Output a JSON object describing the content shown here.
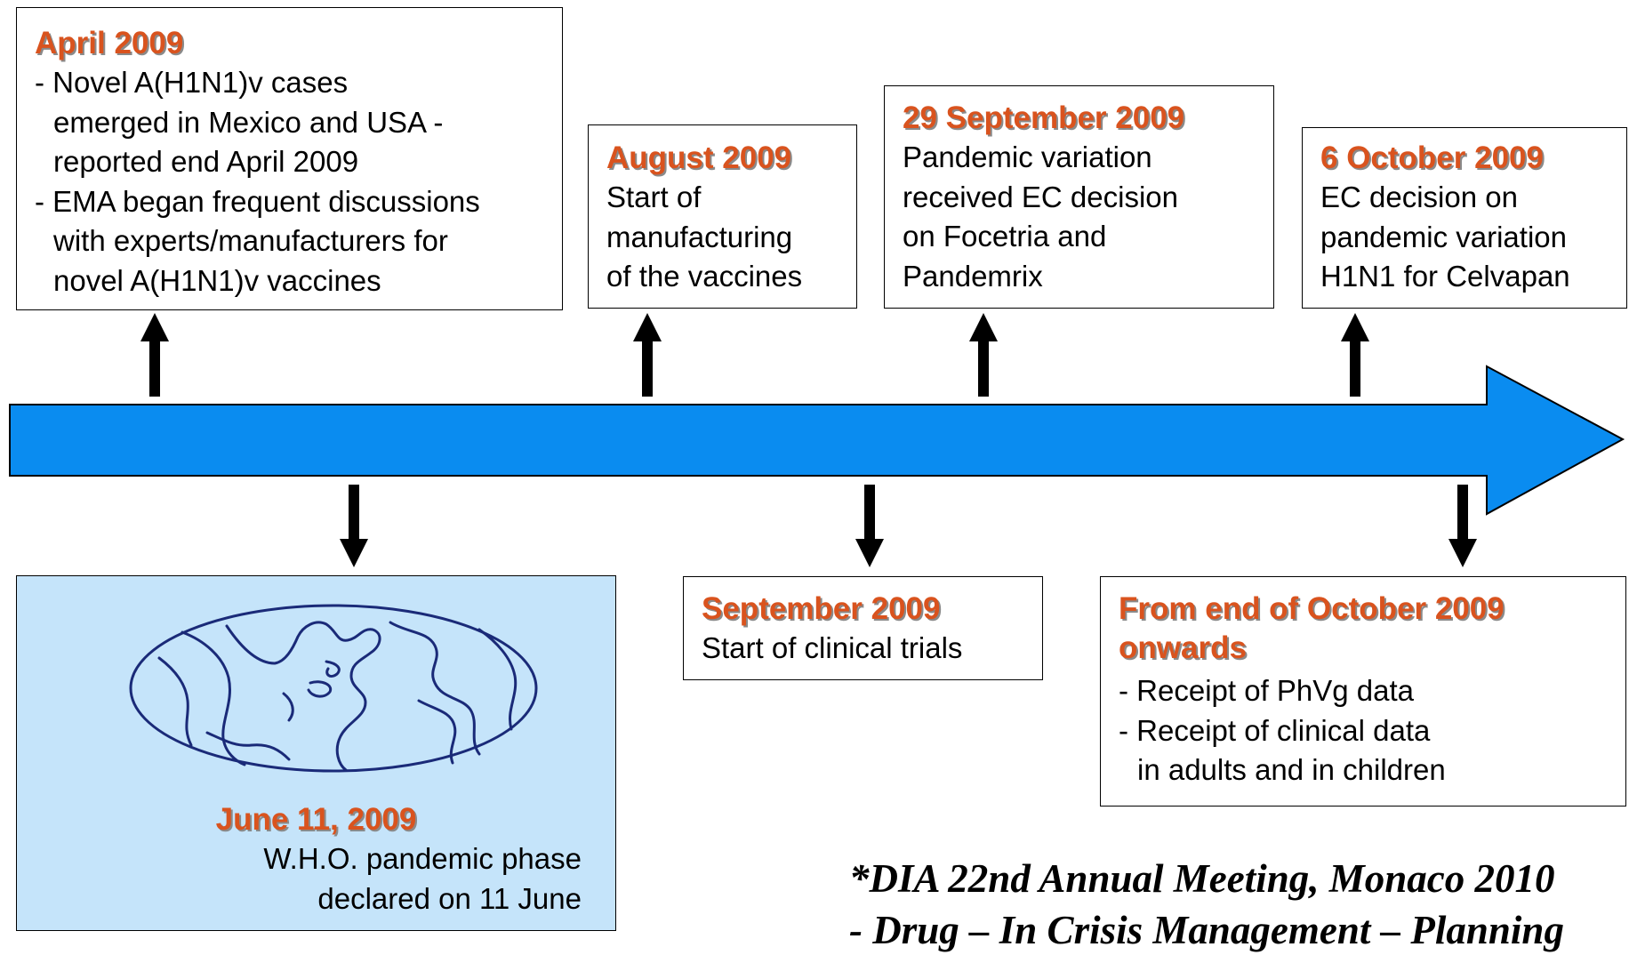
{
  "events": {
    "april": {
      "heading": "April 2009",
      "lines": [
        "- Novel A(H1N1)v cases",
        "emerged in Mexico and USA -",
        "reported end April 2009",
        "- EMA began frequent discussions",
        "with experts/manufacturers for",
        "novel A(H1N1)v vaccines"
      ]
    },
    "august": {
      "heading": "August 2009",
      "lines": [
        "Start of",
        "manufacturing",
        "of the vaccines"
      ]
    },
    "sep29": {
      "heading": "29 September 2009",
      "lines": [
        "Pandemic variation",
        "received EC decision",
        "on Focetria and",
        "Pandemrix"
      ]
    },
    "oct6": {
      "heading": "6 October 2009",
      "lines": [
        "EC decision on",
        "pandemic variation",
        "H1N1 for Celvapan"
      ]
    },
    "june": {
      "heading": "June 11, 2009",
      "lines": [
        "W.H.O. pandemic phase",
        "declared on 11 June"
      ]
    },
    "september": {
      "heading": "September 2009",
      "lines": [
        "Start of clinical trials"
      ]
    },
    "octend": {
      "heading_line1": "From end of October 2009",
      "heading_line2": "onwards",
      "lines": [
        "- Receipt of PhVg data",
        "- Receipt of clinical data",
        "in adults and in children"
      ]
    }
  },
  "footer": {
    "line1": "*DIA 22nd Annual Meeting, Monaco 2010",
    "line2": "- Drug – In Crisis Management – Planning"
  },
  "colors": {
    "timeline_arrow": "#0a8cf0",
    "heading": "#d9531e",
    "june_box_fill": "#c5e4fa",
    "globe_outline": "#1a2a78"
  }
}
